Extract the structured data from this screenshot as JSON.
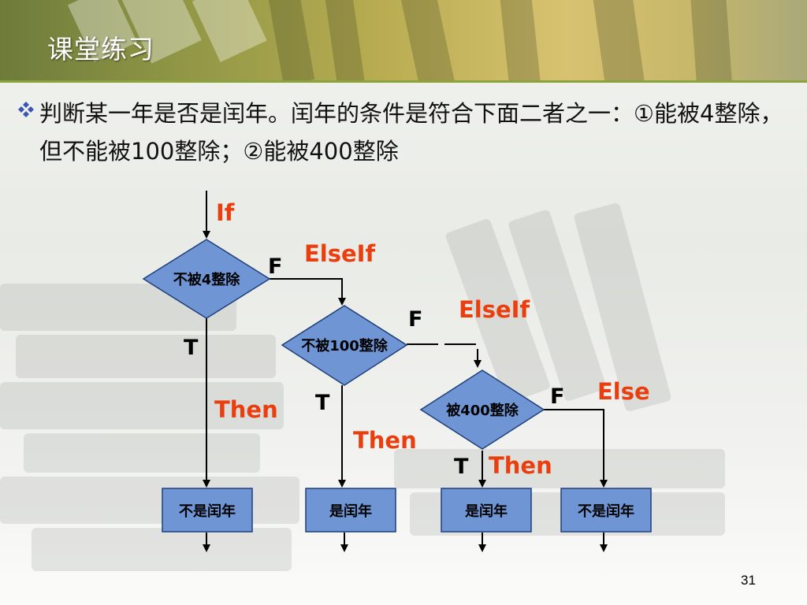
{
  "slide": {
    "title": "课堂练习",
    "bullet": "判断某一年是否是闰年。闰年的条件是符合下面二者之一：①能被4整除，但不能被100整除；②能被400整除",
    "page_number": "31"
  },
  "flowchart": {
    "decisions": [
      {
        "text": "不被4整除"
      },
      {
        "text": "不被100整除"
      },
      {
        "text": "被400整除"
      }
    ],
    "results": [
      {
        "text": "不是闰年"
      },
      {
        "text": "是闰年"
      },
      {
        "text": "是闰年"
      },
      {
        "text": "不是闰年"
      }
    ],
    "keywords": {
      "if": "If",
      "elseif_1": "ElseIf",
      "elseif_2": "ElseIf",
      "else": "Else",
      "then_1": "Then",
      "then_2": "Then",
      "then_3": "Then"
    },
    "branch_labels": {
      "f1": "F",
      "f2": "F",
      "f3": "F",
      "t1": "T",
      "t2": "T",
      "t3": "T"
    },
    "colors": {
      "node_fill": "#6f95d4",
      "node_stroke": "#1f3f7a",
      "keyword": "#ea3e0f",
      "title_banner": "#b9ad52"
    }
  }
}
